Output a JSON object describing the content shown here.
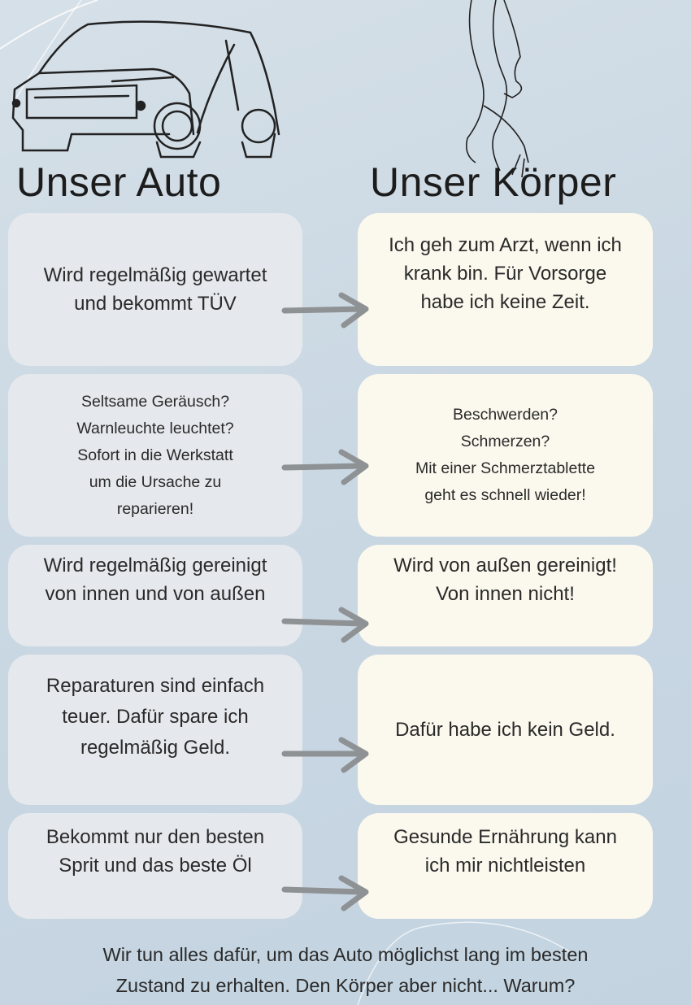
{
  "headings": {
    "car": "Unser Auto",
    "body": "Unser Körper"
  },
  "rows": [
    {
      "car": "Wird regelmäßig gewartet\nund bekommt TÜV",
      "body": "Ich geh zum Arzt, wenn ich\nkrank bin. Für Vorsorge\nhabe ich keine Zeit."
    },
    {
      "car": "Seltsame Geräusch?\nWarnleuchte leuchtet?\nSofort in die Werkstatt\num die Ursache zu\nreparieren!",
      "body": "Beschwerden?\nSchmerzen?\nMit einer Schmerztablette\ngeht es schnell wieder!"
    },
    {
      "car": "Wird regelmäßig gereinigt\nvon innen und von außen",
      "body": "Wird von außen gereinigt!\nVon innen nicht!"
    },
    {
      "car": "Reparaturen sind einfach\nteuer. Dafür spare ich\nregelmäßig Geld.",
      "body": "Dafür habe ich kein Geld."
    },
    {
      "car": "Bekommt nur den besten\nSprit und das beste Öl",
      "body": "Gesunde Ernährung kann\nich mir nichtleisten"
    }
  ],
  "footer": "Wir tun alles dafür, um das Auto möglichst lang im  besten\nZustand zu erhalten. Den Körper aber nicht... Warum?"
}
